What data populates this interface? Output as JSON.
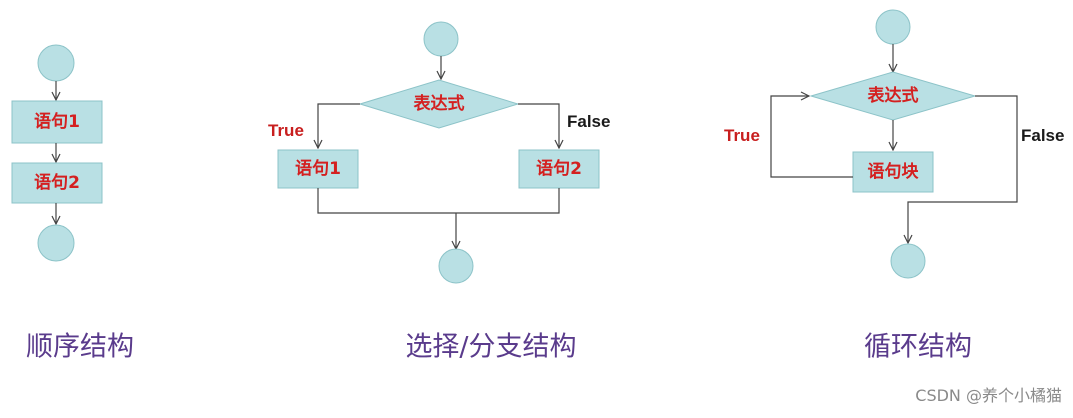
{
  "sequential": {
    "statement1": "语句1",
    "statement2": "语句2",
    "caption": "顺序结构"
  },
  "selection": {
    "condition": "表达式",
    "true_label": "True",
    "false_label": "False",
    "statement1": "语句1",
    "statement2": "语句2",
    "caption": "选择/分支结构"
  },
  "loop": {
    "condition": "表达式",
    "true_label": "True",
    "false_label": "False",
    "block": "语句块",
    "caption": "循环结构"
  },
  "watermark": "CSDN @养个小橘猫",
  "colors": {
    "node_fill": "#b9e0e4",
    "node_text": "#d42020",
    "caption": "#5a3b8c"
  }
}
